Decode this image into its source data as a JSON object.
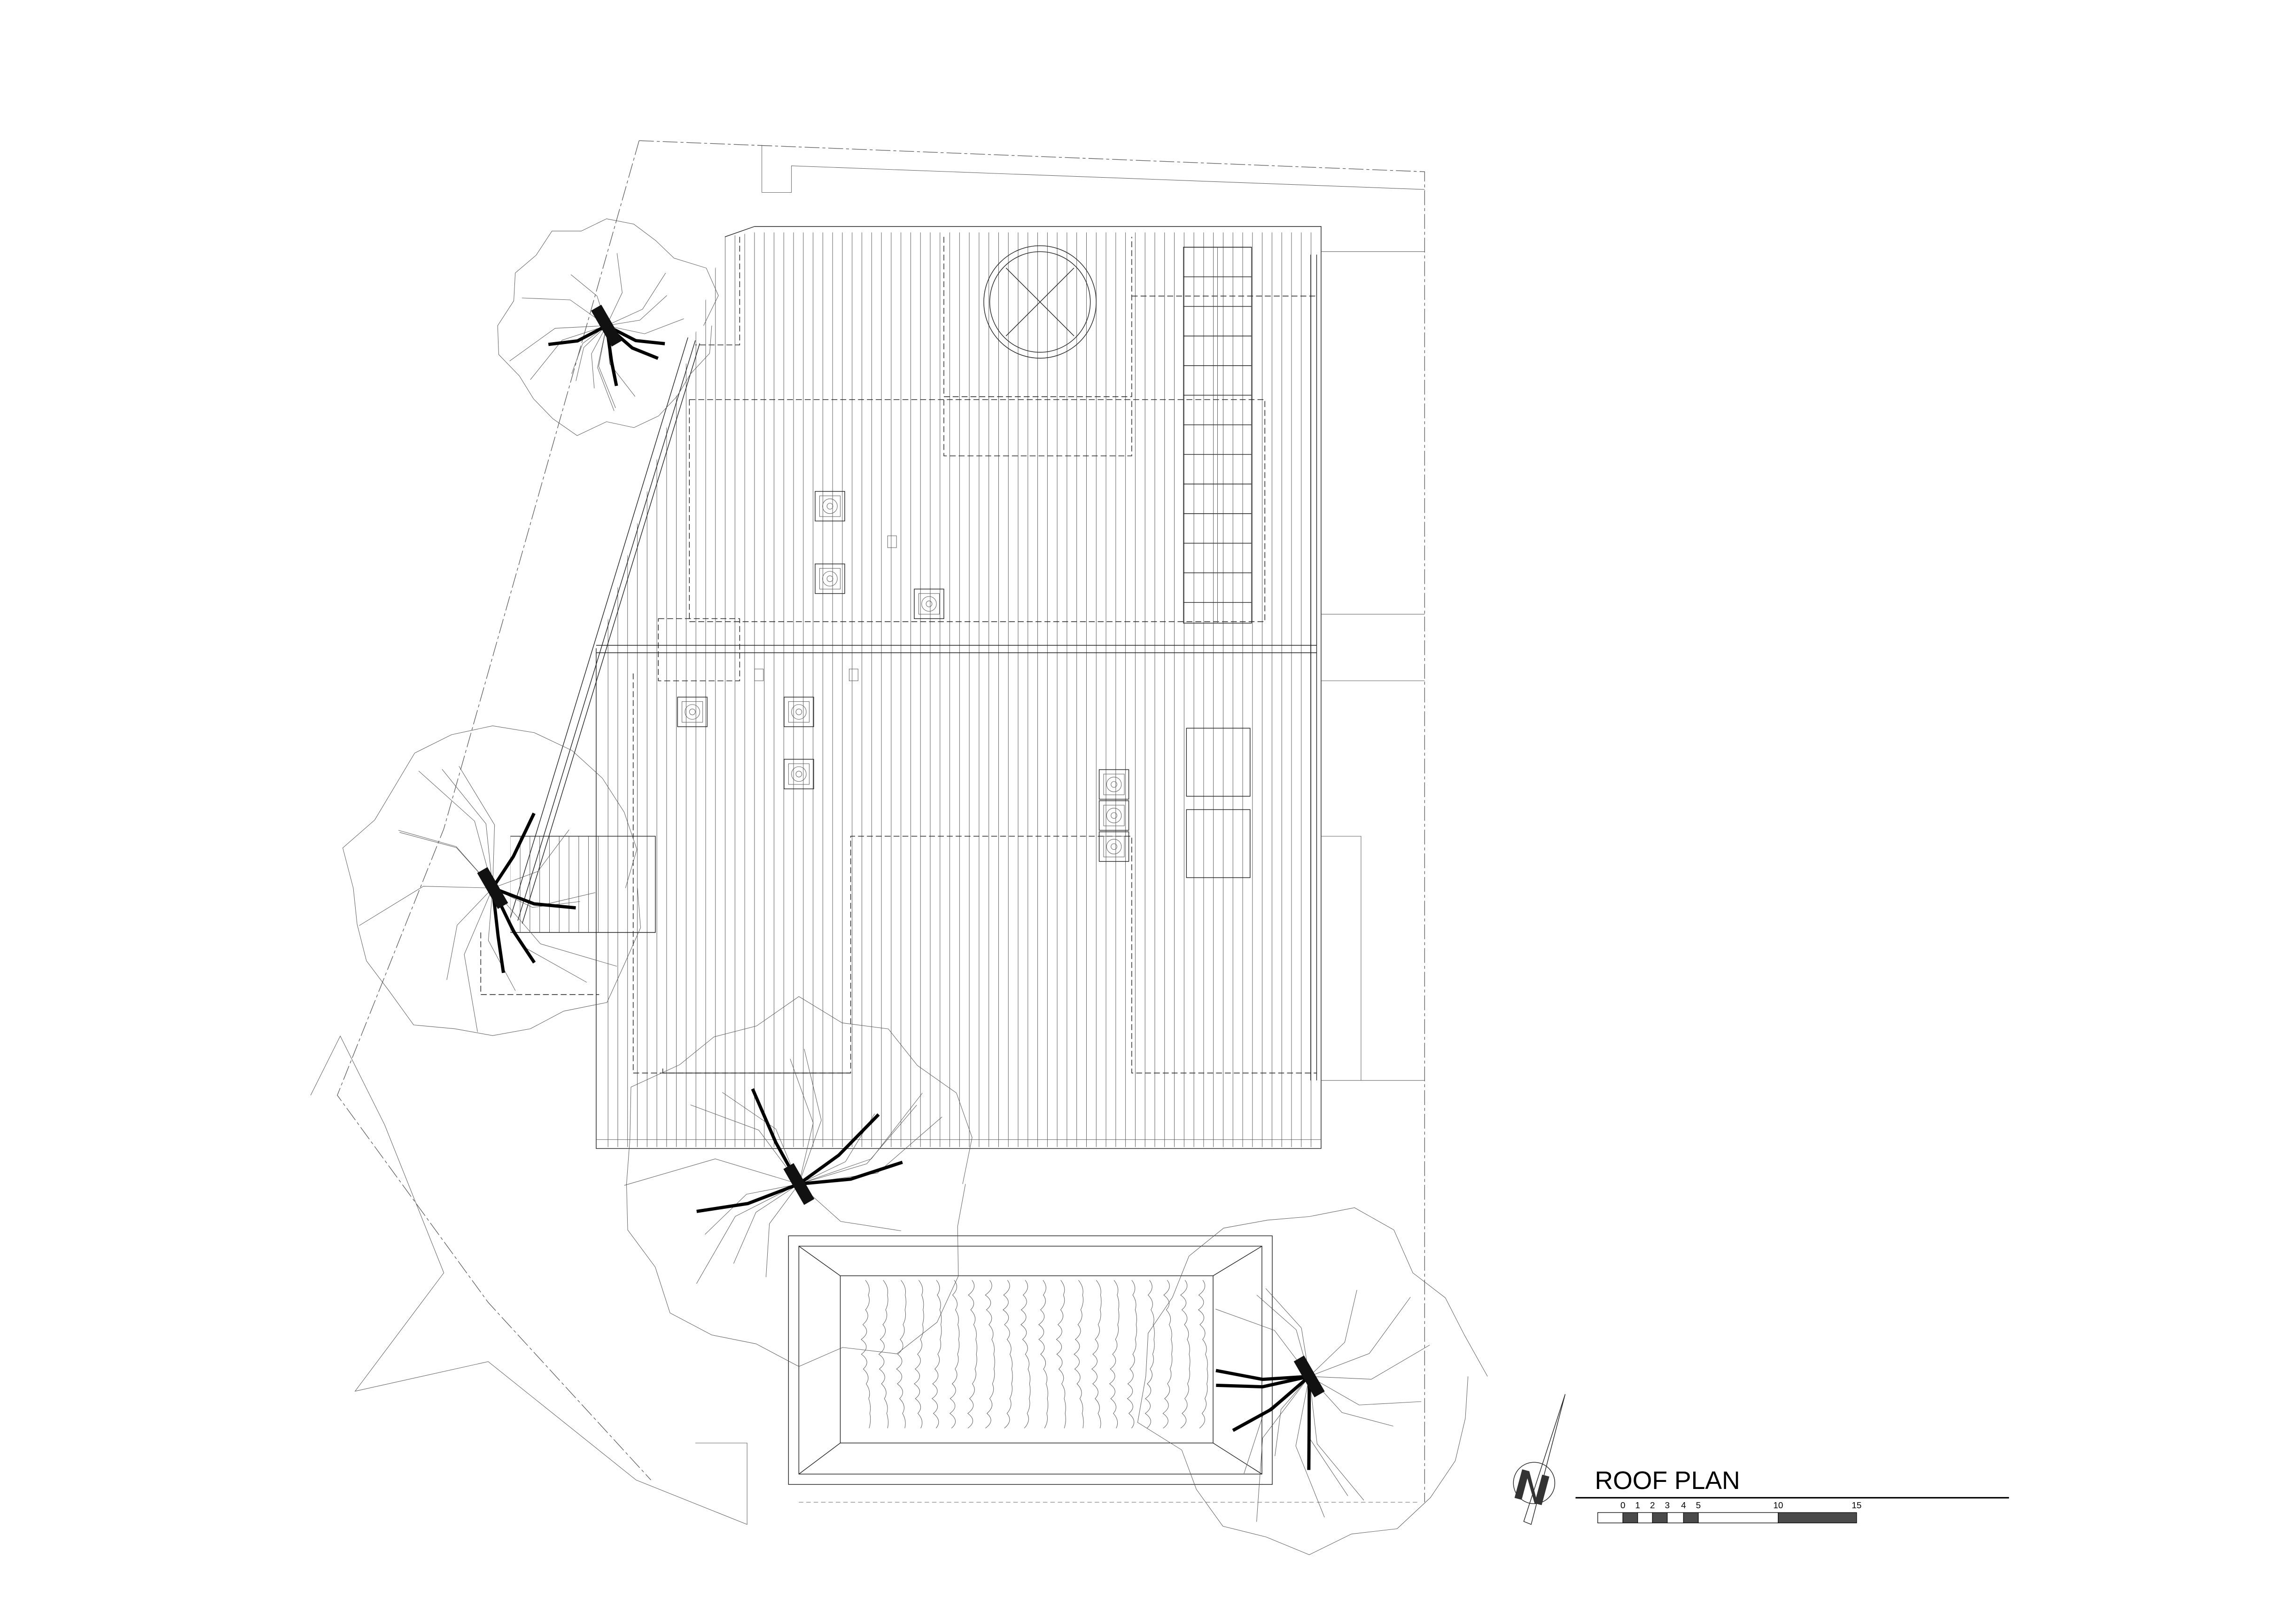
{
  "drawing": {
    "title": "ROOF PLAN",
    "scale_bar": {
      "labels": [
        "0",
        "1",
        "2",
        "3",
        "4",
        "5",
        "10",
        "15"
      ],
      "fill_color": "#4a4a4a"
    },
    "north_arrow_letter": "N",
    "line_color": "#222222"
  }
}
